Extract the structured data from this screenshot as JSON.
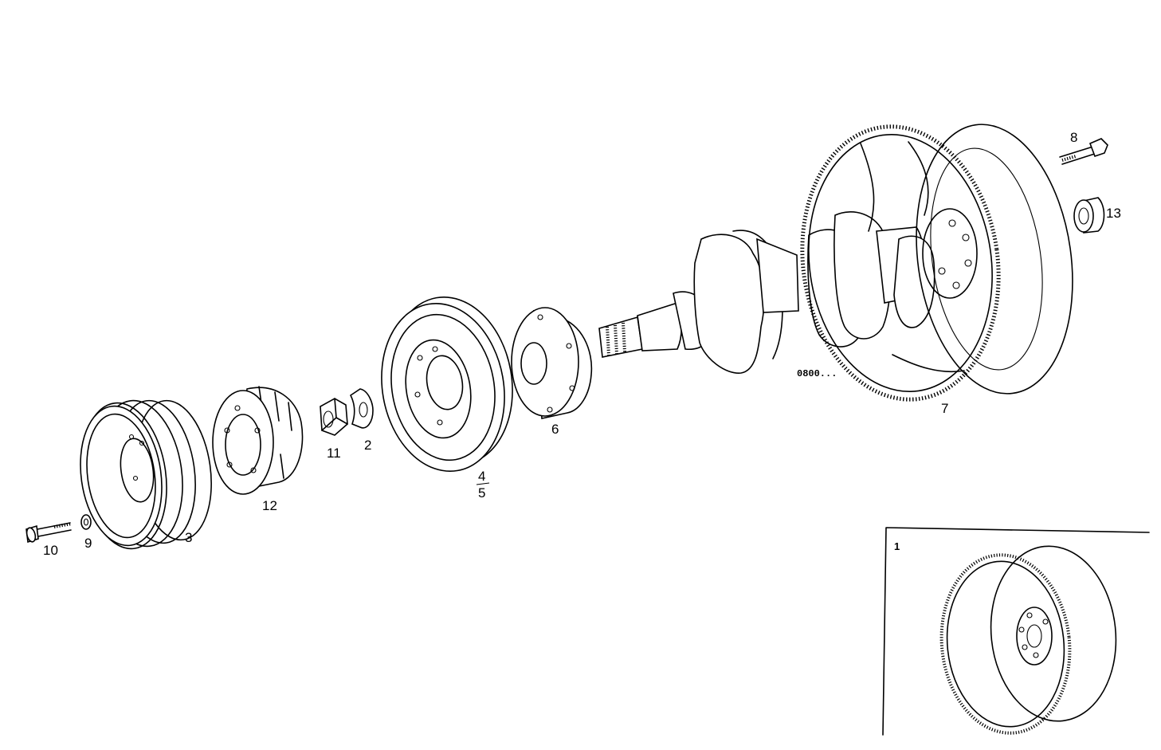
{
  "parts": [
    {
      "id": "p1",
      "label": "1"
    },
    {
      "id": "p2",
      "label": "2"
    },
    {
      "id": "p3",
      "label": "3"
    },
    {
      "id": "p4",
      "label": "4"
    },
    {
      "id": "p5",
      "label": "5"
    },
    {
      "id": "p6",
      "label": "6"
    },
    {
      "id": "p7",
      "label": "7"
    },
    {
      "id": "p8",
      "label": "8"
    },
    {
      "id": "p9",
      "label": "9"
    },
    {
      "id": "p10",
      "label": "10"
    },
    {
      "id": "p11",
      "label": "11"
    },
    {
      "id": "p12",
      "label": "12"
    },
    {
      "id": "p13",
      "label": "13"
    }
  ],
  "reference_code": "0800..."
}
